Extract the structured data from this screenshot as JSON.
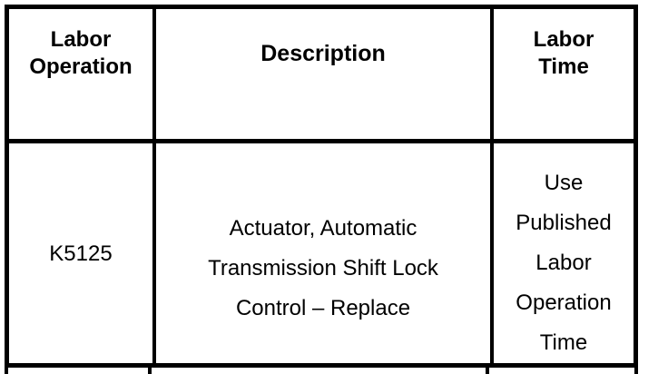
{
  "document": {
    "type": "labor-operation-table",
    "background_color": "#ffffff",
    "line_color": "#000000",
    "text_color": "#000000"
  },
  "table": {
    "columns": [
      {
        "key": "labor_operation",
        "header": "Labor\nOperation"
      },
      {
        "key": "description",
        "header": "Description"
      },
      {
        "key": "labor_time",
        "header": "Labor\nTime"
      }
    ],
    "rows": [
      {
        "labor_operation": "K5125",
        "description": "Actuator, Automatic\nTransmission Shift Lock\nControl – Replace",
        "labor_time": "Use\nPublished\nLabor\nOperation\nTime"
      }
    ]
  }
}
